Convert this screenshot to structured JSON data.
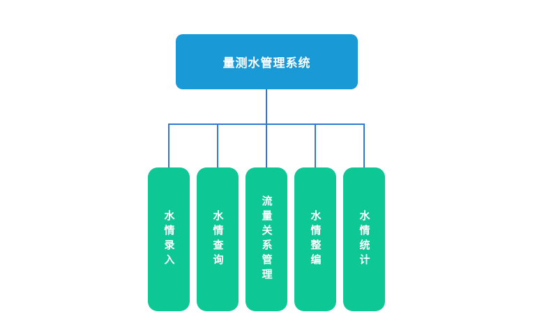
{
  "diagram": {
    "type": "org-chart",
    "root": {
      "label": "量测水管理系统"
    },
    "children": [
      {
        "label": "水情录入"
      },
      {
        "label": "水情查询"
      },
      {
        "label": "流量关系管理"
      },
      {
        "label": "水情整编"
      },
      {
        "label": "水情统计"
      }
    ],
    "colors": {
      "background": "#ffffff",
      "root_fill": "#1999d6",
      "child_fill": "#0dc795",
      "connector": "#2f7ad0",
      "text": "#ffffff"
    }
  }
}
